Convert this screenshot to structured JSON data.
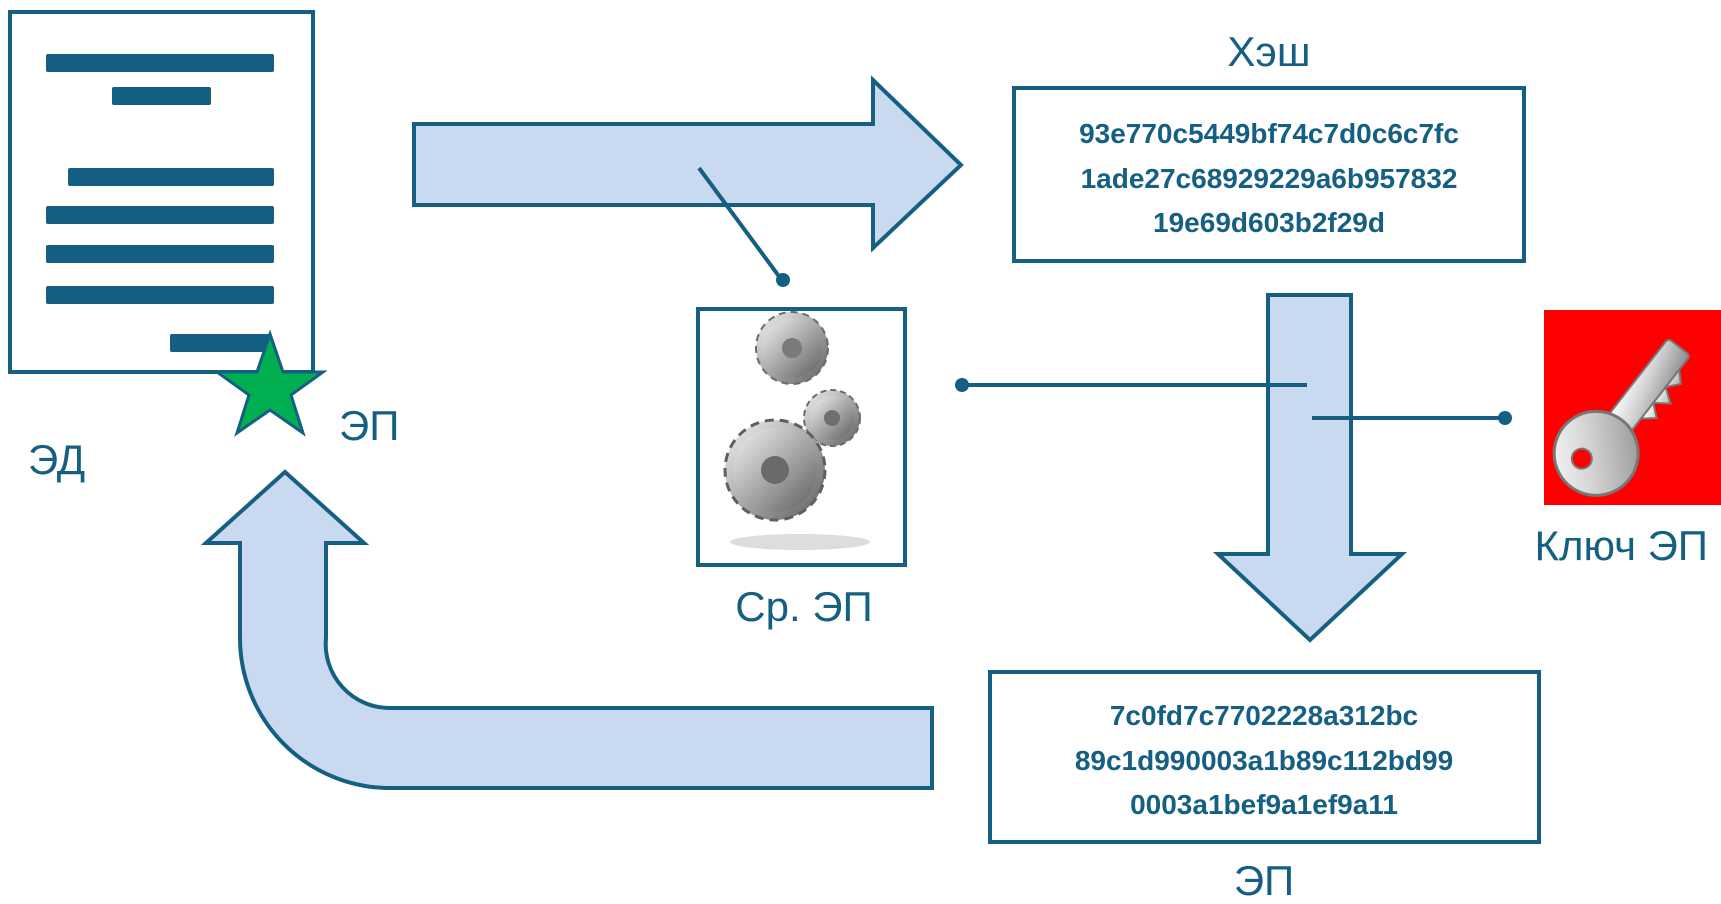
{
  "document": {
    "label": "ЭД",
    "signature_mark_label": "ЭП"
  },
  "hash": {
    "title": "Хэш",
    "lines": [
      "93e770c5449bf74c7d0c6c7fc",
      "1ade27c68929229a6b957832",
      "19e69d603b2f29d"
    ]
  },
  "signature_tool": {
    "label": "Ср. ЭП",
    "icon": "gears-icon"
  },
  "signature_key": {
    "label": "Ключ ЭП",
    "icon": "key-icon"
  },
  "signature": {
    "label": "ЭП",
    "lines": [
      "7c0fd7c7702228a312bc",
      "89c1d990003a1b89c112bd99",
      "0003a1bef9a1ef9a11"
    ]
  },
  "colors": {
    "primary": "#156082",
    "arrow_fill": "#c9daf0",
    "star": "#00b050",
    "key_background": "#ff0000"
  }
}
